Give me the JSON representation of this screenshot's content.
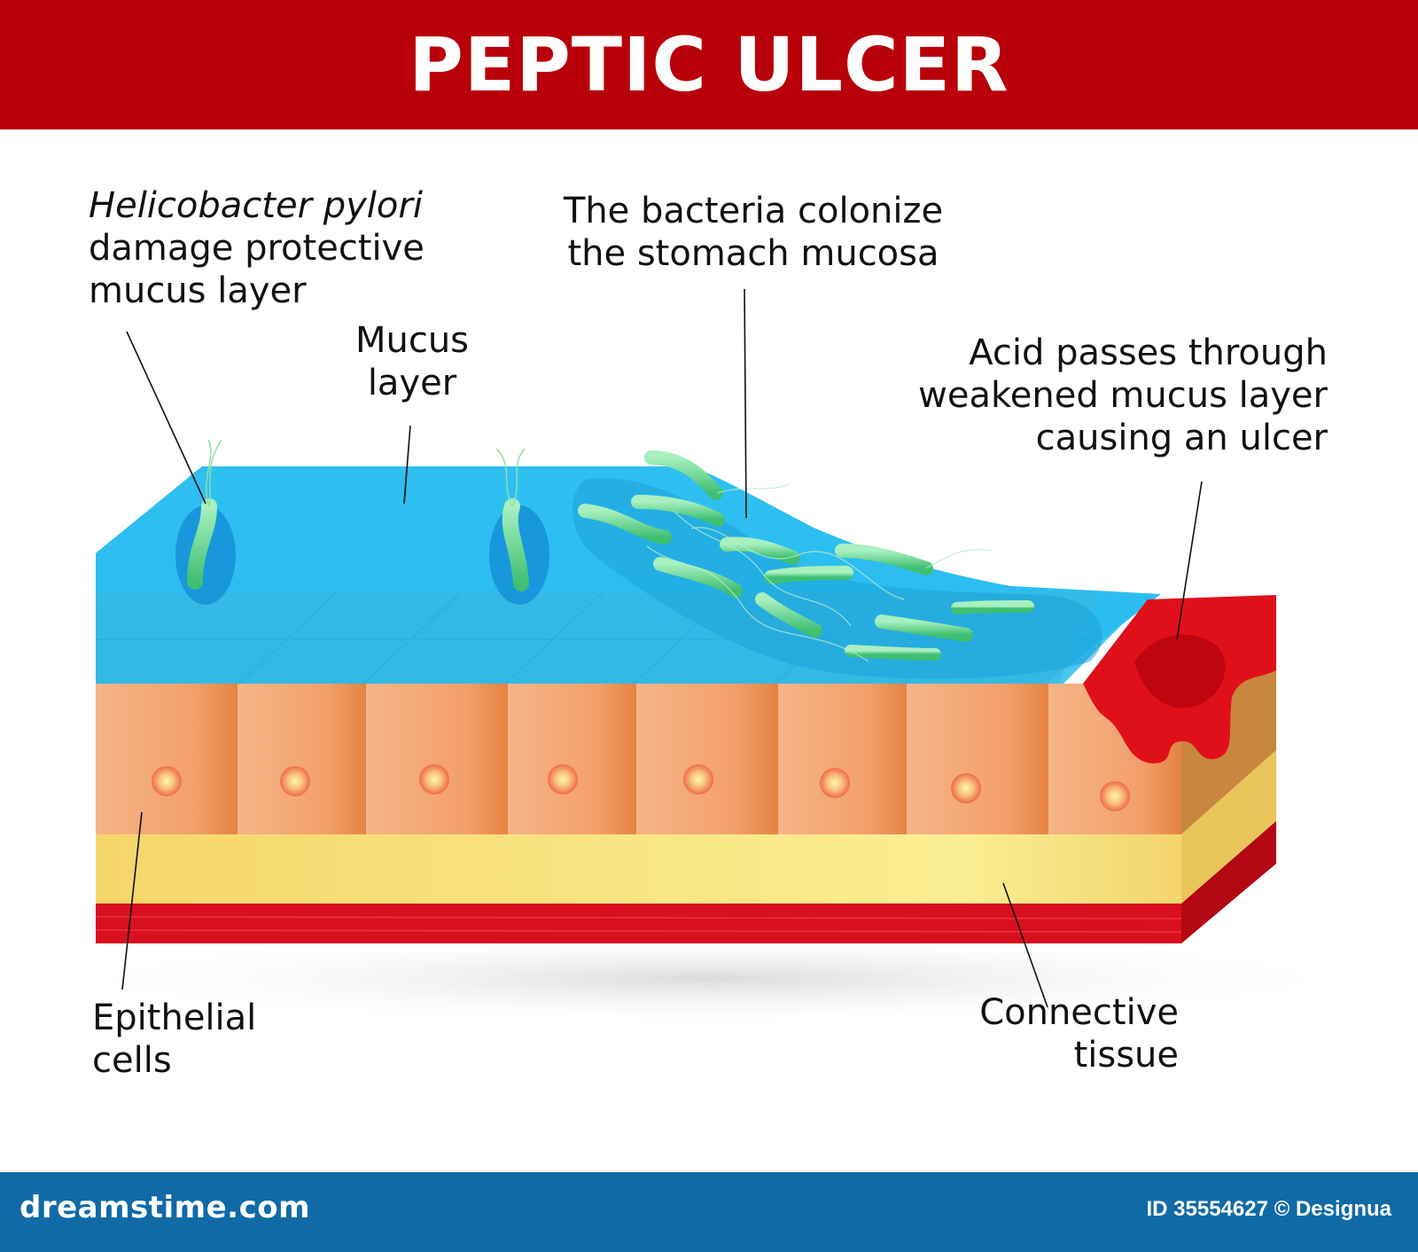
{
  "title": "PEPTIC ULCER",
  "labels": {
    "hpylori": [
      "Helicobacter pylori",
      "damage protective",
      "mucus layer"
    ],
    "mucus": [
      "Mucus",
      "layer"
    ],
    "colonize": [
      "The bacteria colonize",
      "the stomach mucosa"
    ],
    "acid": [
      "Acid passes through",
      "weakened mucus layer",
      "causing an ulcer"
    ],
    "epithelial": [
      "Epithelial",
      "cells"
    ],
    "connective": [
      "Connective",
      "tissue"
    ]
  },
  "footer": {
    "brand": "dreamstime.com",
    "id": "ID 35554627 © Designua"
  },
  "colors": {
    "header": "#b8000a",
    "mucus": "#2ec0f2",
    "cells": "#f2a06a",
    "connective": "#f7e07a",
    "muscle": "#d80f1e",
    "ulcer": "#d60f12",
    "bacteria": "#5fd38a",
    "footer": "#0f6aa6"
  }
}
